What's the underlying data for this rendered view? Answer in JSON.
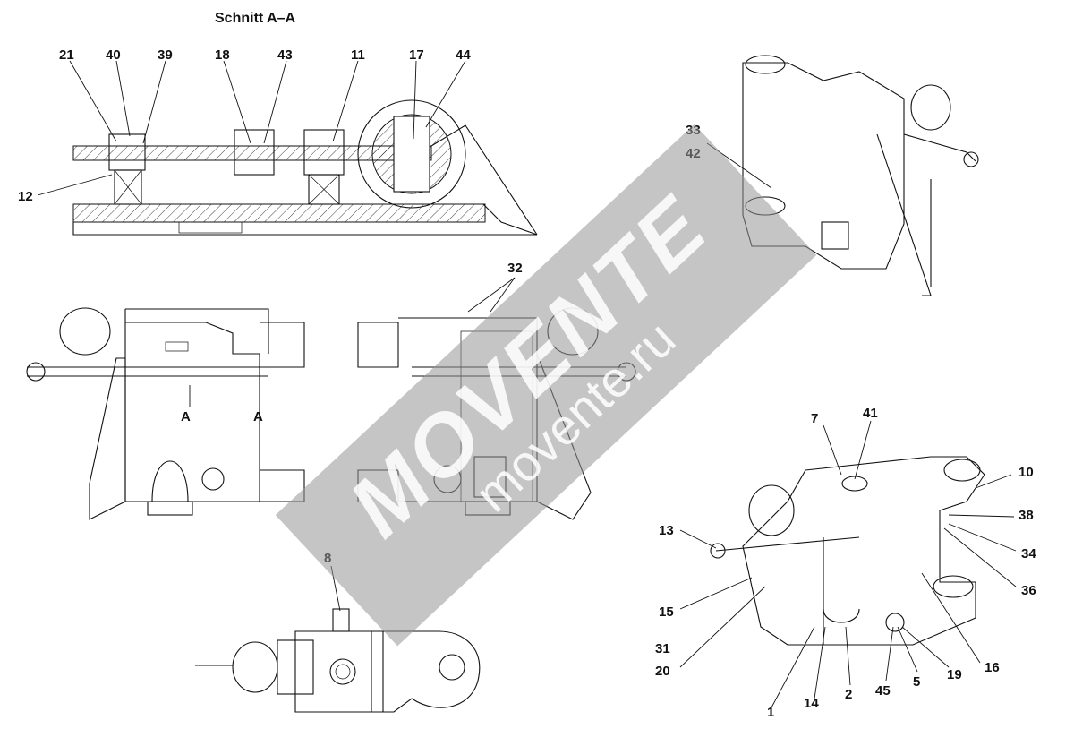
{
  "section_title": "Schnitt  A–A",
  "section_marks": [
    "A",
    "A"
  ],
  "callouts": [
    {
      "id": "c21",
      "label": "21"
    },
    {
      "id": "c40",
      "label": "40"
    },
    {
      "id": "c39",
      "label": "39"
    },
    {
      "id": "c18",
      "label": "18"
    },
    {
      "id": "c43",
      "label": "43"
    },
    {
      "id": "c11",
      "label": "11"
    },
    {
      "id": "c17",
      "label": "17"
    },
    {
      "id": "c44",
      "label": "44"
    },
    {
      "id": "c12",
      "label": "12"
    },
    {
      "id": "c33",
      "label": "33"
    },
    {
      "id": "c42",
      "label": "42"
    },
    {
      "id": "c32",
      "label": "32"
    },
    {
      "id": "c8",
      "label": "8"
    },
    {
      "id": "c7",
      "label": "7"
    },
    {
      "id": "c41",
      "label": "41"
    },
    {
      "id": "c10",
      "label": "10"
    },
    {
      "id": "c38",
      "label": "38"
    },
    {
      "id": "c34",
      "label": "34"
    },
    {
      "id": "c36",
      "label": "36"
    },
    {
      "id": "c13",
      "label": "13"
    },
    {
      "id": "c15",
      "label": "15"
    },
    {
      "id": "c31",
      "label": "31"
    },
    {
      "id": "c20",
      "label": "20"
    },
    {
      "id": "c16",
      "label": "16"
    },
    {
      "id": "c1",
      "label": "1"
    },
    {
      "id": "c14",
      "label": "14"
    },
    {
      "id": "c2",
      "label": "2"
    },
    {
      "id": "c45",
      "label": "45"
    },
    {
      "id": "c5",
      "label": "5"
    },
    {
      "id": "c19",
      "label": "19"
    }
  ],
  "watermark": {
    "main": "MOVENTE",
    "sub": "movente.ru"
  }
}
